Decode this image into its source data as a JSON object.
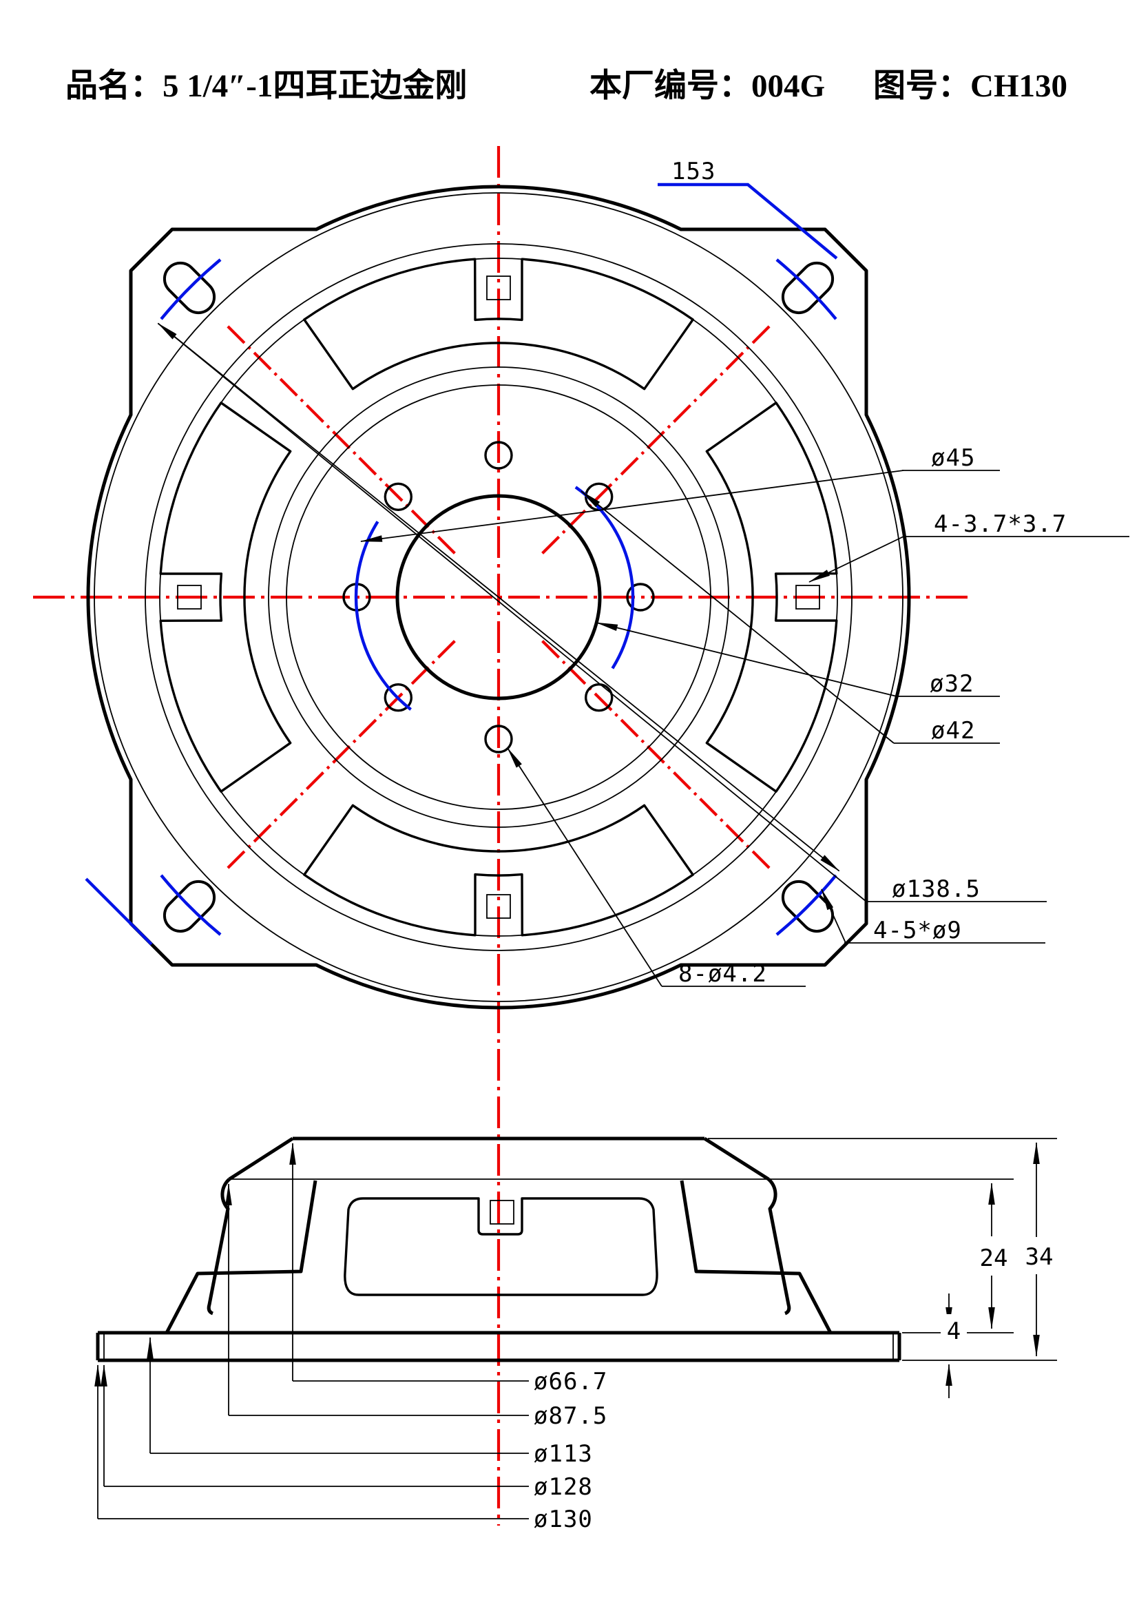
{
  "title": {
    "product": "品名：5 1/4″-1四耳正边金刚",
    "factory": "本厂编号：004G",
    "drawing": "图号：CH130"
  },
  "top_view": {
    "dims": {
      "ear_corner": "153",
      "hole_circle": "ø45",
      "square_holes": "4-3.7*3.7",
      "center_hole": "ø32",
      "pilot_circle": "ø42",
      "ear_bolt_circle": "ø138.5",
      "ear_slots": "4-5*ø9",
      "small_holes": "8-ø4.2"
    }
  },
  "side_view": {
    "dims": {
      "inner_height": "24",
      "total_height": "34",
      "flange_thickness": "4",
      "dia1": "ø66.7",
      "dia2": "ø87.5",
      "dia3": "ø113",
      "dia4": "ø128",
      "dia5": "ø130"
    }
  },
  "colors": {
    "centerline": "#ee0000",
    "highlight": "#0013e6",
    "line": "#000000"
  }
}
